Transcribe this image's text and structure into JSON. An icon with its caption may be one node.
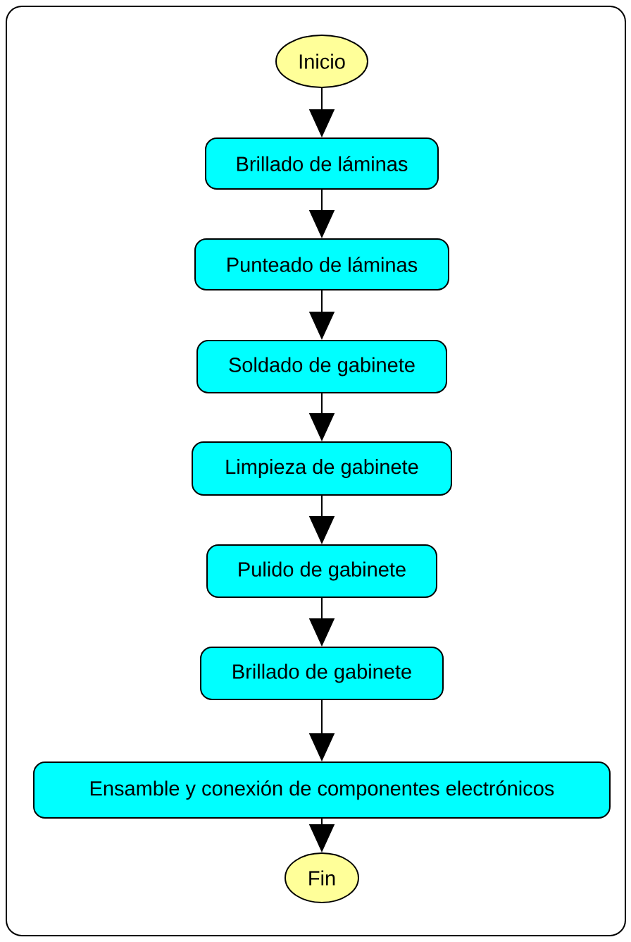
{
  "diagram": {
    "nodes": [
      {
        "text": [
          "Inicio"
        ]
      },
      {
        "text": [
          "Brillado de láminas"
        ]
      },
      {
        "text": [
          "Punteado de láminas"
        ]
      },
      {
        "text": [
          "Soldado de gabinete"
        ]
      },
      {
        "text": [
          "Limpieza de gabinete"
        ]
      },
      {
        "text": [
          "Pulido de gabinete"
        ]
      },
      {
        "text": [
          "Brillado de gabinete"
        ]
      },
      {
        "text": [
          "Ensamble y conexión de componentes electrónicos"
        ]
      },
      {
        "text": [
          "Fin"
        ]
      }
    ],
    "edges": [
      {
        "from": 0,
        "to": 1,
        "arrow": "to"
      },
      {
        "from": 1,
        "to": 2,
        "arrow": "to"
      },
      {
        "from": 2,
        "to": 3,
        "arrow": "to"
      },
      {
        "from": 3,
        "to": 4,
        "arrow": "to"
      },
      {
        "from": 4,
        "to": 5,
        "arrow": "to"
      },
      {
        "from": 5,
        "to": 6,
        "arrow": "to"
      },
      {
        "from": 6,
        "to": 7,
        "arrow": "to"
      },
      {
        "from": 7,
        "to": 8,
        "arrow": "to"
      }
    ]
  }
}
